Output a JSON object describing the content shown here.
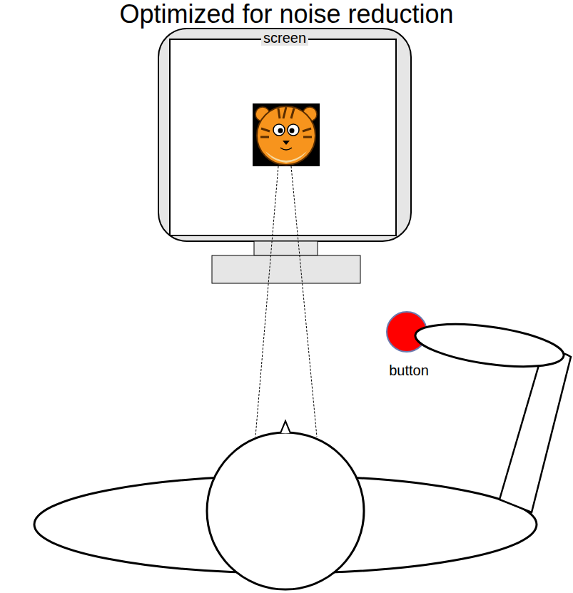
{
  "diagram": {
    "title": "Optimized for noise reduction",
    "nodes": [
      {
        "text": [
          "screen"
        ]
      },
      {
        "text": [
          "button"
        ]
      }
    ]
  }
}
